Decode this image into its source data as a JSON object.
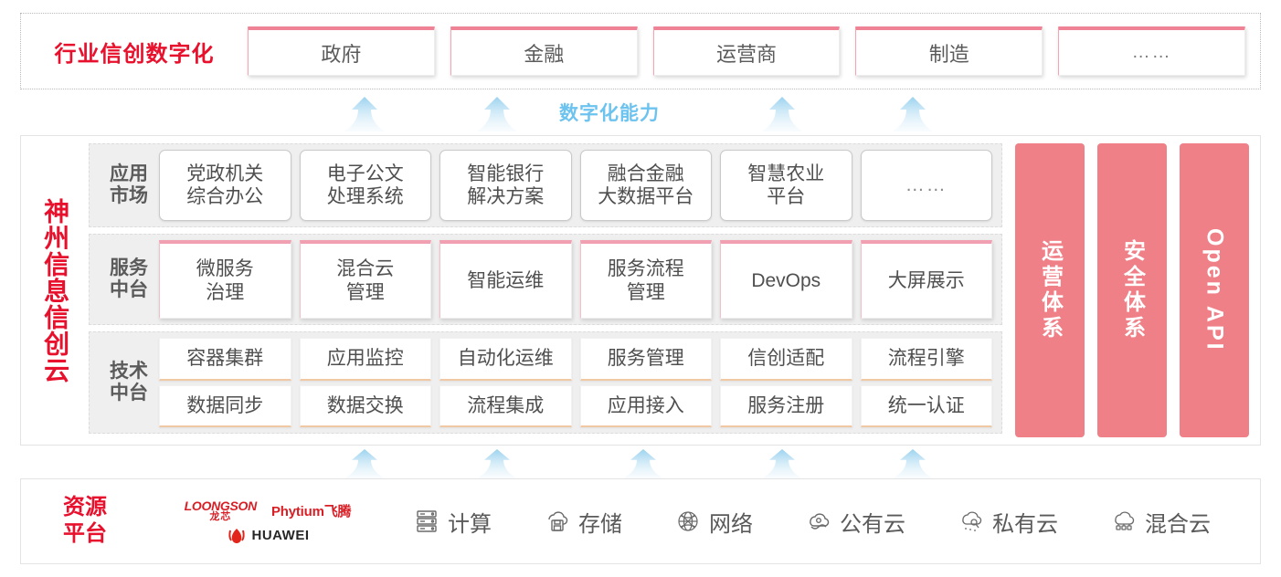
{
  "industry": {
    "title": "行业信创数字化",
    "boxes": [
      {
        "label": "政府"
      },
      {
        "label": "金融"
      },
      {
        "label": "运营商"
      },
      {
        "label": "制造"
      },
      {
        "label": "……"
      }
    ]
  },
  "capability": {
    "label": "数字化能力",
    "arrow_count": 4
  },
  "cloud": {
    "title": "神州信息信创云",
    "layers": [
      {
        "key": "app",
        "label_lines": [
          "应用",
          "市场"
        ],
        "cells": [
          {
            "lines": [
              "党政机关",
              "综合办公"
            ]
          },
          {
            "lines": [
              "电子公文",
              "处理系统"
            ]
          },
          {
            "lines": [
              "智能银行",
              "解决方案"
            ]
          },
          {
            "lines": [
              "融合金融",
              "大数据平台"
            ]
          },
          {
            "lines": [
              "智慧农业",
              "平台"
            ]
          },
          {
            "lines": [
              "……"
            ]
          }
        ]
      },
      {
        "key": "svc",
        "label_lines": [
          "服务",
          "中台"
        ],
        "cells": [
          {
            "lines": [
              "微服务",
              "治理"
            ]
          },
          {
            "lines": [
              "混合云",
              "管理"
            ]
          },
          {
            "lines": [
              "智能运维"
            ]
          },
          {
            "lines": [
              "服务流程",
              "管理"
            ]
          },
          {
            "lines": [
              "DevOps"
            ]
          },
          {
            "lines": [
              "大屏展示"
            ]
          }
        ]
      },
      {
        "key": "tech",
        "label_lines": [
          "技术",
          "中台"
        ],
        "rows": [
          [
            "容器集群",
            "应用监控",
            "自动化运维",
            "服务管理",
            "信创适配",
            "流程引擎"
          ],
          [
            "数据同步",
            "数据交换",
            "流程集成",
            "应用接入",
            "服务注册",
            "统一认证"
          ]
        ]
      }
    ],
    "pillars": [
      {
        "label": "运营体系",
        "latin": false
      },
      {
        "label": "安全体系",
        "latin": false
      },
      {
        "label": "Open API",
        "latin": true
      }
    ]
  },
  "lower_arrows": {
    "arrow_count": 5
  },
  "resource": {
    "title_lines": [
      "资源",
      "平台"
    ],
    "vendors": [
      {
        "name": "LOONGSON",
        "sub": "龙芯",
        "icon": "loongson-logo"
      },
      {
        "name": "Phytium飞腾",
        "icon": "phytium-logo"
      },
      {
        "name": "HUAWEI",
        "icon": "huawei-logo"
      }
    ],
    "items": [
      {
        "label": "计算",
        "icon": "server-icon"
      },
      {
        "label": "存储",
        "icon": "cloud-storage-icon"
      },
      {
        "label": "网络",
        "icon": "network-icon"
      },
      {
        "label": "公有云",
        "icon": "public-cloud-icon"
      },
      {
        "label": "私有云",
        "icon": "private-cloud-icon"
      },
      {
        "label": "混合云",
        "icon": "hybrid-cloud-icon"
      }
    ]
  },
  "colors": {
    "brand_red": "#e8112d",
    "pillar_pink": "#f08087",
    "box_accent_pink": "#ef8294",
    "arrow_blue": "#a8d9f2",
    "capability_blue": "#6cc3ef",
    "panel_grey": "#efefef"
  }
}
